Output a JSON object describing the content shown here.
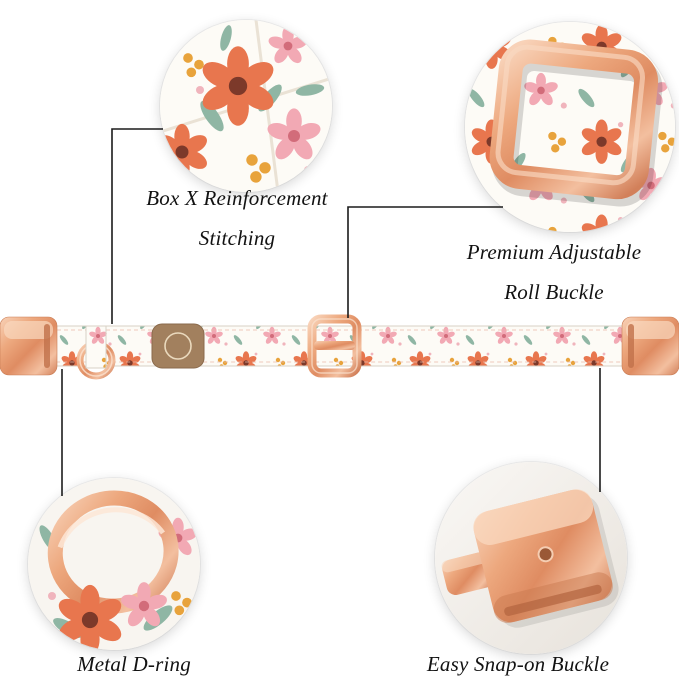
{
  "labels": {
    "stitching": {
      "line1": "Box X Reinforcement",
      "line2": "Stitching"
    },
    "roll_buckle": {
      "line1": "Premium Adjustable",
      "line2": "Roll Buckle"
    },
    "d_ring": {
      "line1": "Metal D-ring"
    },
    "snap_buckle": {
      "line1": "Easy Snap-on Buckle"
    }
  },
  "colors": {
    "background": "#ffffff",
    "rose_gold": "#e89a6e",
    "rose_gold_light": "#f8d2b8",
    "rose_gold_dark": "#cf7a52",
    "fabric_base": "#fdfbf6",
    "flower_coral": "#e8764e",
    "flower_pink": "#f2a9b4",
    "flower_yellow": "#e8a33c",
    "leaf_teal": "#8fb6a4",
    "tag_leather": "#a2805e",
    "connector_line": "#1c1c1c"
  }
}
